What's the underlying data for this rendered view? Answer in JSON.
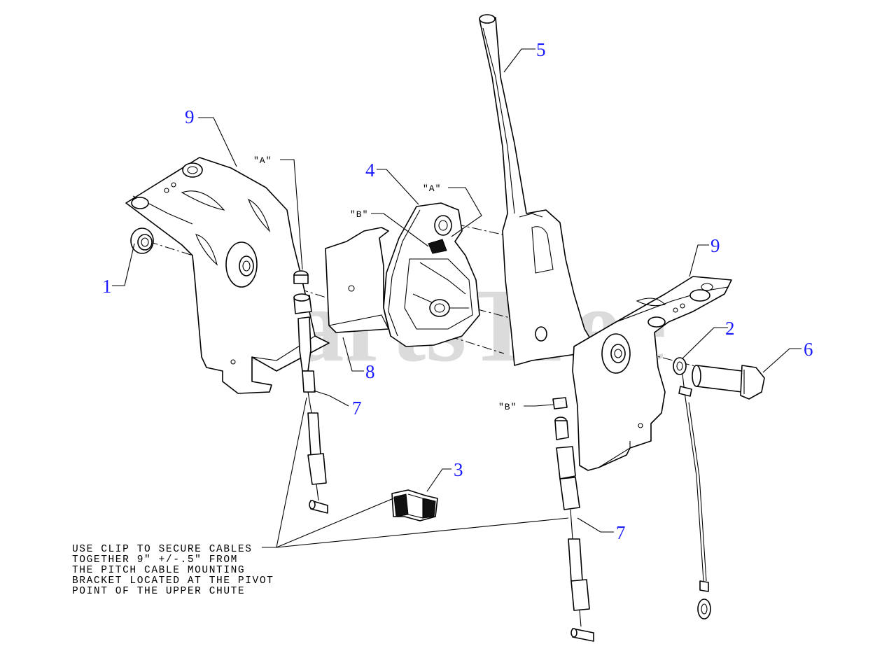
{
  "watermark": "PartsTree",
  "callouts": [
    {
      "id": "c1",
      "label": "1"
    },
    {
      "id": "c2",
      "label": "2"
    },
    {
      "id": "c3",
      "label": "3"
    },
    {
      "id": "c4",
      "label": "4"
    },
    {
      "id": "c5",
      "label": "5"
    },
    {
      "id": "c6",
      "label": "6"
    },
    {
      "id": "c7a",
      "label": "7"
    },
    {
      "id": "c7b",
      "label": "7"
    },
    {
      "id": "c8",
      "label": "8"
    },
    {
      "id": "c9a",
      "label": "9"
    },
    {
      "id": "c9b",
      "label": "9"
    }
  ],
  "reference_marks": {
    "a_left": "\"A\"",
    "a_center": "\"A\"",
    "b_center": "\"B\"",
    "b_right": "\"B\""
  },
  "note_lines": [
    "USE CLIP TO SECURE CABLES",
    "TOGETHER 9\" +/-.5\" FROM",
    "THE PITCH CABLE MOUNTING",
    "BRACKET LOCATED AT THE PIVOT",
    "POINT OF THE UPPER CHUTE"
  ],
  "colors": {
    "callout": "#1a1aff",
    "line": "#000000",
    "watermark": "#cfcfcf"
  }
}
